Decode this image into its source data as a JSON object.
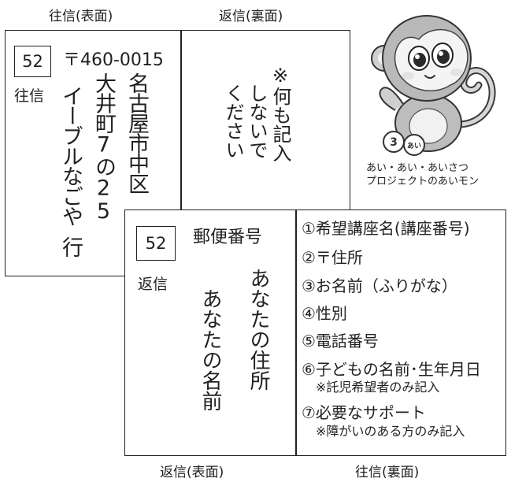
{
  "labels": {
    "top_left": "往信(表面)",
    "top_right": "返信(裏面)",
    "bottom_left": "返信(表面)",
    "bottom_right": "往信(裏面)"
  },
  "outgoing_front": {
    "code": "52",
    "postal": "〒460-0015",
    "tag": "往信",
    "address_line1": "名古屋市中区",
    "address_line2": "大井町7の25",
    "recipient": "イーブルなごや",
    "honorific": "行"
  },
  "reply_back": {
    "line1": "※何も記入",
    "line2": "しないで",
    "line3": "ください"
  },
  "mascot": {
    "caption_line1": "あい・あい・あいさつ",
    "caption_line2": "プロジェクトのあいモン",
    "badge1": "3",
    "badge2": "あい"
  },
  "reply_front": {
    "code": "52",
    "postal_label": "郵便番号",
    "tag": "返信",
    "your_address": "あなたの住所",
    "your_name": "あなたの名前"
  },
  "outgoing_back": {
    "items": [
      "①希望講座名(講座番号)",
      "②〒住所",
      "③お名前（ふりがな）",
      "④性別",
      "⑤電話番号",
      "⑥子どもの名前･生年月日",
      "⑦必要なサポート"
    ],
    "note6": "※託児希望者のみ記入",
    "note7": "※障がいのある方のみ記入"
  }
}
